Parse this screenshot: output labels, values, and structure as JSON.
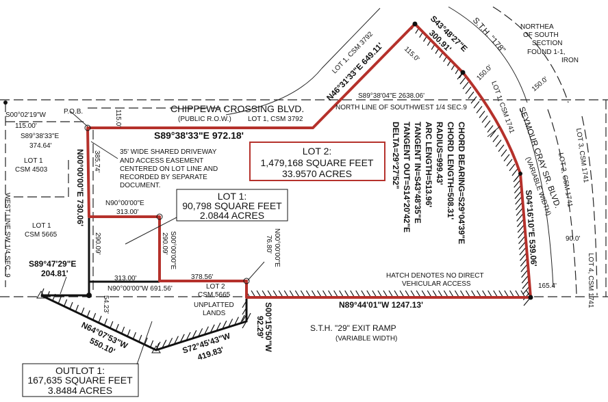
{
  "colors": {
    "boundary": "#b5312b",
    "linework": "#111111",
    "background": "#ffffff"
  },
  "roads": {
    "chippewa": "CHIPPEWA CROSSING BLVD.",
    "chippewa_sub": "(PUBLIC R.O.W.)",
    "sth178": "S.T.H. \"178\"",
    "seymour": "SEYMOUR CRAY SR. BLVD.",
    "seymour_sub": "(VARIABLE WIDTH)",
    "sth29": "S.T.H. \"29\" EXIT RAMP",
    "sth29_sub": "(VARIABLE WIDTH)"
  },
  "lots": {
    "lot2": {
      "title": "LOT 2:",
      "sqft": "1,479,168 SQUARE FEET",
      "acres": "33.9570 ACRES"
    },
    "lot1": {
      "title": "LOT 1:",
      "sqft": "90,798 SQUARE FEET",
      "acres": "2.0844 ACRES"
    },
    "outlot1": {
      "title": "OUTLOT 1:",
      "sqft": "167,635 SQUARE FEET",
      "acres": "3.8484 ACRES"
    }
  },
  "labels": {
    "pob": "P.O.B.",
    "b_s00_02": "S00°02'19\"W",
    "d_115a": "115.00'",
    "b_s89_38_33a": "S89°38'33\"E",
    "d_374": "374.64'",
    "main_north": "S89°38'33\"E 972.18'",
    "d_115b": "115.0'",
    "lot1_csm3792a": "LOT 1, CSM 3792",
    "lot1_csm3792b": "LOT 1, CSM 3792",
    "n46": "N46°31'33\"E 649.11'",
    "s43": "S43°48'27\"E",
    "d_300": "300.91'",
    "d_115c": "115.0'",
    "d_150a": "150.0'",
    "d_150b": "150.0'",
    "northeast": [
      "NORTHEA",
      "OF SOUTH",
      "SECTION",
      "FOUND 1-1,",
      "IRON"
    ],
    "sec_line": "S89°38'04\"E 2638.06'",
    "north_line": "NORTH LINE OF SOUTHWEST 1/4 SEC.9",
    "lot1_csm1741": "LOT 1, CSM 1741",
    "lot2_csm1741": "LOT 2, CSM 1741",
    "lot3_csm1741": "LOT 3, CSM 1741",
    "lot4_csm1741": "LOT 4, CSM 1741",
    "d_90": "90.0'",
    "d_165": "165.4'",
    "curve": [
      "CHORD BEARING=S29°04'39\"E",
      "CHORD LENGTH=508.31'",
      "RADIUS=999.43'",
      "ARC LENGTH=513.96'",
      "TANGENT IN=S43°48'35\"E",
      "TANGENT OUT=S14°20'42\"E",
      "DELTA=29°27'52\""
    ],
    "s04": "S04°16'10\"E 539.06'",
    "easement": [
      "35' WIDE SHARED DRIVEWAY",
      "AND ACCESS EASEMENT",
      "CENTERED ON LOT LINE AND",
      "RECORDED BY SEPARATE",
      "DOCUMENT."
    ],
    "n00_730": "N00°00'00\"E 730.06'",
    "d_385": "385.74'",
    "lot1_csm4503": "LOT 1",
    "csm4503": "CSM 4503",
    "lot1_csm5665": "LOT 1",
    "csm5665": "CSM 5665",
    "west_line": "WEST LINE SW 1/4 SEC. 9",
    "n90e": "N90°00'00\"E",
    "d_313a": "313.00'",
    "s00_290": "S00°00'00\"E",
    "d_290a": "290.09'",
    "d_290b": "290.09'",
    "s89_47": "S89°47'29\"E",
    "d_204": "204.81'",
    "d_313b": "313.00'",
    "d_378": "378.56'",
    "n90w": "N90°00'00\"W 691.56'",
    "lot2_csm5665": "LOT 2",
    "csm5665b": "CSM 5665",
    "unplatted": "UNPLATTED",
    "lands": "LANDS",
    "n00_76": "N00°00'00\"E",
    "d_76": "76.80'",
    "d_54": "54.23'",
    "hatch_note": [
      "HATCH DENOTES NO DIRECT",
      "VEHICULAR ACCESS"
    ],
    "n89_44": "N89°44'01\"W 1247.13'",
    "n64": "N64°07'53\"W",
    "d_550": "550.10'",
    "s72": "S72°45'43\"W",
    "d_419": "419.83'",
    "s00_15": "S00°15'50\"W",
    "d_92": "92.29'"
  }
}
